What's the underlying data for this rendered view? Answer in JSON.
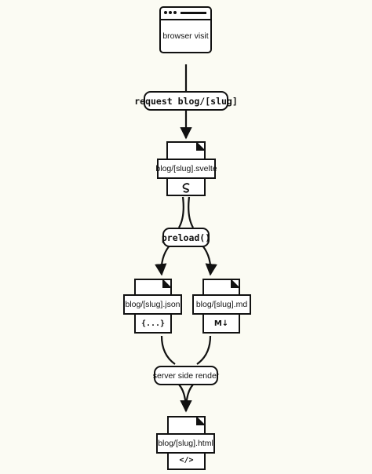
{
  "nodes": {
    "browser": {
      "label": "browser visit"
    },
    "request": {
      "label": "request blog/[slug]"
    },
    "svelte_file": {
      "label": "blog/[slug].svelte",
      "icon": "svelte-icon"
    },
    "preload": {
      "label": "preload()"
    },
    "json_file": {
      "label": "blog/[slug].json",
      "icon_text": "{...}"
    },
    "md_file": {
      "label": "blog/[slug].md",
      "icon_text": "M↓"
    },
    "ssr": {
      "label": "server side render"
    },
    "html_file": {
      "label": "blog/[slug].html",
      "icon_text": "</>"
    }
  },
  "colors": {
    "background": "#fbfbf3",
    "stroke": "#111111",
    "fill": "#ffffff"
  }
}
